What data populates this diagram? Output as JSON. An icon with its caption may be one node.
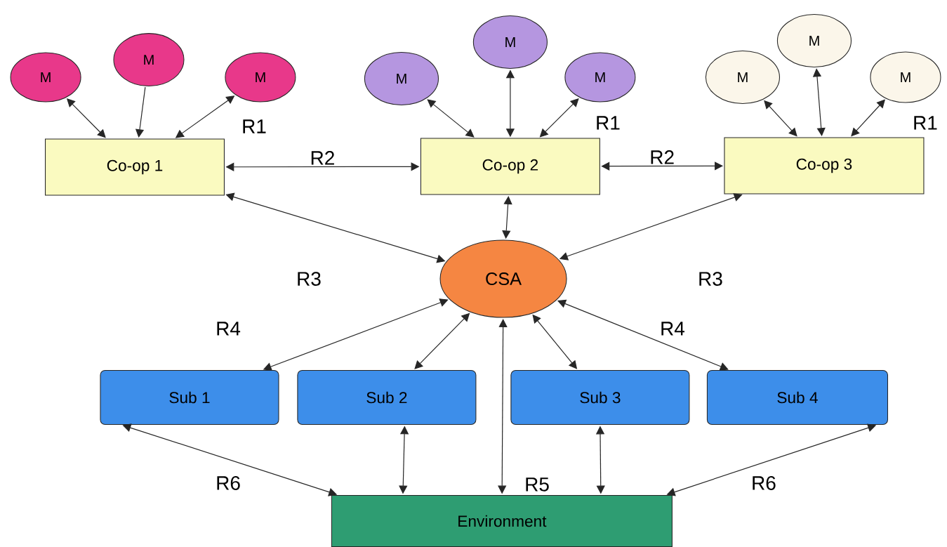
{
  "diagram": {
    "nodes": [
      {
        "text": [
          "M"
        ]
      },
      {
        "text": [
          "M"
        ]
      },
      {
        "text": [
          "M"
        ]
      },
      {
        "text": [
          "Co-op 1"
        ]
      },
      {
        "text": [
          "M"
        ]
      },
      {
        "text": [
          "M"
        ]
      },
      {
        "text": [
          "M"
        ]
      },
      {
        "text": [
          "Co-op 2"
        ]
      },
      {
        "text": [
          "M"
        ]
      },
      {
        "text": [
          "M"
        ]
      },
      {
        "text": [
          "M"
        ]
      },
      {
        "text": [
          "Co-op 3"
        ]
      },
      {
        "text": [
          "CSA"
        ]
      },
      {
        "text": [
          "Sub 1"
        ]
      },
      {
        "text": [
          "Sub 2"
        ]
      },
      {
        "text": [
          "Sub 3"
        ]
      },
      {
        "text": [
          "Sub 4"
        ]
      },
      {
        "text": [
          "Environment"
        ]
      }
    ],
    "edges": [
      {
        "from": 0,
        "to": 3,
        "arrow": "both"
      },
      {
        "from": 1,
        "to": 3,
        "arrow": "to"
      },
      {
        "from": 2,
        "to": 3,
        "arrow": "both"
      },
      {
        "from": 4,
        "to": 7,
        "arrow": "both"
      },
      {
        "from": 5,
        "to": 7,
        "arrow": "both"
      },
      {
        "from": 6,
        "to": 7,
        "arrow": "both"
      },
      {
        "from": 8,
        "to": 11,
        "arrow": "both"
      },
      {
        "from": 9,
        "to": 11,
        "arrow": "both"
      },
      {
        "from": 10,
        "to": 11,
        "arrow": "both"
      },
      {
        "from": 3,
        "to": 7,
        "arrow": "both",
        "label": "R2"
      },
      {
        "from": 7,
        "to": 11,
        "arrow": "both",
        "label": "R2"
      },
      {
        "from": 3,
        "to": 12,
        "arrow": "both"
      },
      {
        "from": 7,
        "to": 12,
        "arrow": "both"
      },
      {
        "from": 11,
        "to": 12,
        "arrow": "both"
      },
      {
        "from": 13,
        "to": 12,
        "arrow": "both"
      },
      {
        "from": 14,
        "to": 12,
        "arrow": "both"
      },
      {
        "from": 15,
        "to": 12,
        "arrow": "both"
      },
      {
        "from": 16,
        "to": 12,
        "arrow": "both"
      },
      {
        "from": 17,
        "to": 12,
        "arrow": "both"
      },
      {
        "from": 13,
        "to": 17,
        "arrow": "both"
      },
      {
        "from": 14,
        "to": 17,
        "arrow": "both"
      },
      {
        "from": 15,
        "to": 17,
        "arrow": "both"
      },
      {
        "from": 16,
        "to": 17,
        "arrow": "both"
      }
    ],
    "labels": [
      "R1",
      "R1",
      "R1",
      "R3",
      "R3",
      "R4",
      "R4",
      "R6",
      "R5",
      "R6"
    ]
  }
}
